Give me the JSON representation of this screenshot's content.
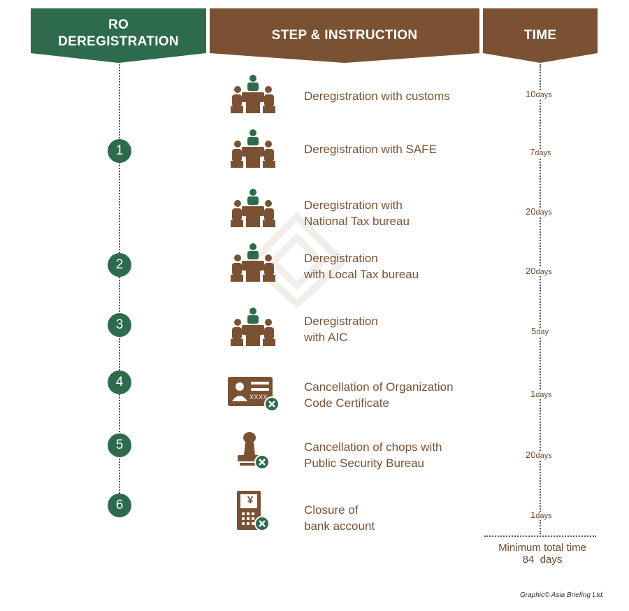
{
  "headers": {
    "ro_line1": "RO",
    "ro_line2": "DEREGISTRATION",
    "step": "STEP & INSTRUCTION",
    "time": "TIME"
  },
  "colors": {
    "green": "#2e6b4c",
    "brown": "#7a5233",
    "number_circle": "#2e6b4c"
  },
  "steps": [
    {
      "number": "",
      "icon": "meeting-icon",
      "line1": "Deregistration with customs",
      "line2": "",
      "days_value": "10",
      "days_unit": "days"
    },
    {
      "number": "1",
      "icon": "meeting-icon",
      "line1": "Deregistration with SAFE",
      "line2": "",
      "days_value": "7",
      "days_unit": "days"
    },
    {
      "number": "",
      "icon": "meeting-icon",
      "line1": "Deregistration with",
      "line2": "National Tax bureau",
      "days_value": "20",
      "days_unit": "days"
    },
    {
      "number": "2",
      "icon": "meeting-icon",
      "line1": "Deregistration",
      "line2": "with Local Tax bureau",
      "days_value": "20",
      "days_unit": "days"
    },
    {
      "number": "3",
      "icon": "meeting-icon",
      "line1": "Deregistration",
      "line2": "with AIC",
      "days_value": "5",
      "days_unit": "day"
    },
    {
      "number": "4",
      "icon": "id-card-cancel-icon",
      "card_text": "XXXX",
      "line1": "Cancellation of Organization",
      "line2": "Code Certificate",
      "days_value": "1",
      "days_unit": "days"
    },
    {
      "number": "5",
      "icon": "stamp-cancel-icon",
      "line1": "Cancellation of chops with",
      "line2": "Public Security Bureau",
      "days_value": "20",
      "days_unit": "days"
    },
    {
      "number": "6",
      "icon": "atm-cancel-icon",
      "atm_symbol": "¥",
      "line1": "Closure of",
      "line2": "bank account",
      "days_value": "1",
      "days_unit": "days"
    }
  ],
  "total": {
    "line1": "Minimum total time",
    "line2": "84  days"
  },
  "credit": "Graphic© Asia Briefing Ltd."
}
